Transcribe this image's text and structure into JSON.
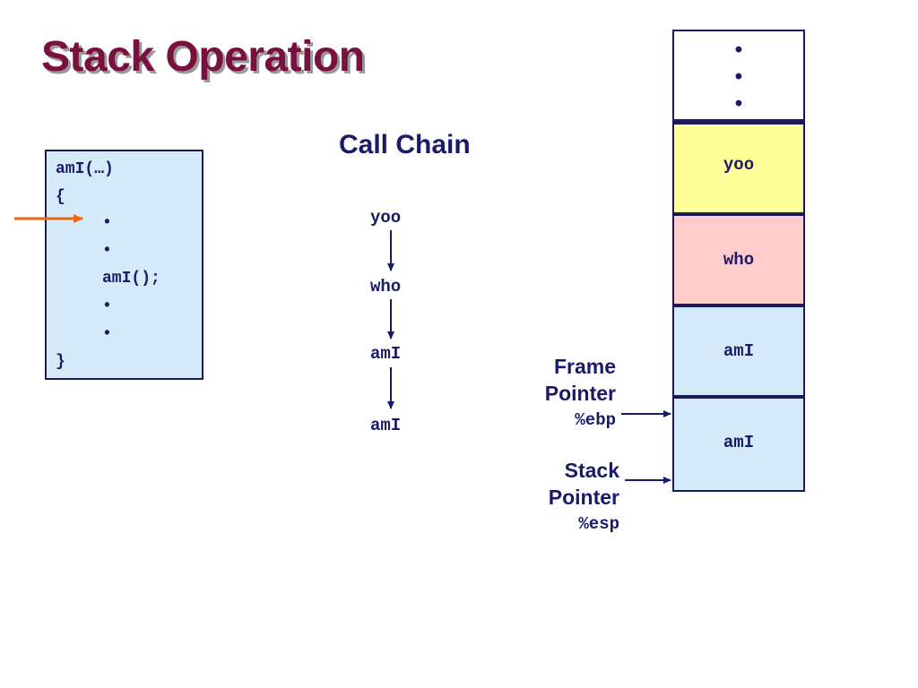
{
  "title": "Stack Operation",
  "code": {
    "lines": [
      "amI(…)",
      "{",
      "•",
      "•",
      "amI();",
      "•",
      "•",
      "}"
    ]
  },
  "call_chain": {
    "title": "Call Chain",
    "items": [
      "yoo",
      "who",
      "amI",
      "amI"
    ]
  },
  "stack": {
    "ellipsis": [
      "•",
      "•",
      "•"
    ],
    "frames": [
      {
        "label": "yoo",
        "color": "#ffff99"
      },
      {
        "label": "who",
        "color": "#ffcccc"
      },
      {
        "label": "amI",
        "color": "#d6ebfa"
      },
      {
        "label": "amI",
        "color": "#d6ebfa"
      }
    ]
  },
  "registers": {
    "frame_pointer": {
      "line1": "Frame",
      "line2": "Pointer",
      "reg": "%ebp"
    },
    "stack_pointer": {
      "line1": "Stack",
      "line2": "Pointer",
      "reg": "%esp"
    }
  },
  "colors": {
    "title": "#7a1040",
    "text": "#1a1a6a",
    "arrow": "#ee6611"
  }
}
